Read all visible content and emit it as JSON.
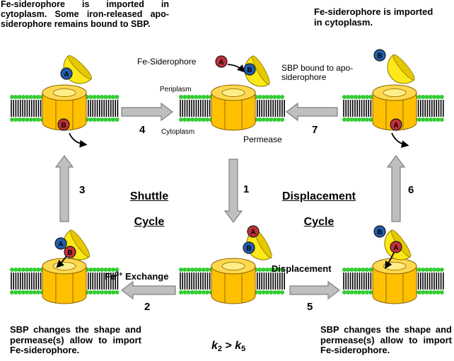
{
  "captions": {
    "top_left": "Fe-siderophore is imported in cytoplasm. Some iron-released apo-siderophore remains bound to SBP.",
    "top_right": "Fe-siderophore is imported in cytoplasm.",
    "bottom_left": "SBP changes the shape and permease(s) allow to import Fe-siderophore.",
    "bottom_right": "SBP changes the shape and permease(s) allow to import Fe-siderophore."
  },
  "labels": {
    "fe_siderophore": "Fe-Siderophore",
    "sbp_bound": "SBP bound to apo-siderophore",
    "periplasm": "Periplasm",
    "cytoplasm": "Cytoplasm",
    "permease": "Permease",
    "fe_exchange_pre": "Fe",
    "fe_exchange_sup": "3+",
    "fe_exchange_post": " Exchange",
    "displacement": "Displacement"
  },
  "cycles": {
    "shuttle_1": "Shuttle",
    "shuttle_2": "Cycle",
    "displacement_1": "Displacement",
    "displacement_2": "Cycle"
  },
  "steps": [
    "1",
    "2",
    "3",
    "4",
    "5",
    "6",
    "7"
  ],
  "kinetics": {
    "k": "k",
    "sub1": "2",
    "gt": " > ",
    "sub2": "5"
  },
  "markers": {
    "apo": "A",
    "fe": "B"
  },
  "colors": {
    "cylinder": "#FFC000",
    "cylinder_edge": "#8A6200",
    "cylinder_top": "#FFD84D",
    "sbp_yellow": "#FFE819",
    "membrane_head": "#33CC33",
    "membrane_tail": "#000000",
    "arrow_fill": "#BFBFBF",
    "arrow_edge": "#7F7F7F",
    "marker_blue": "#1F5FAF",
    "marker_red": "#C0303A"
  }
}
